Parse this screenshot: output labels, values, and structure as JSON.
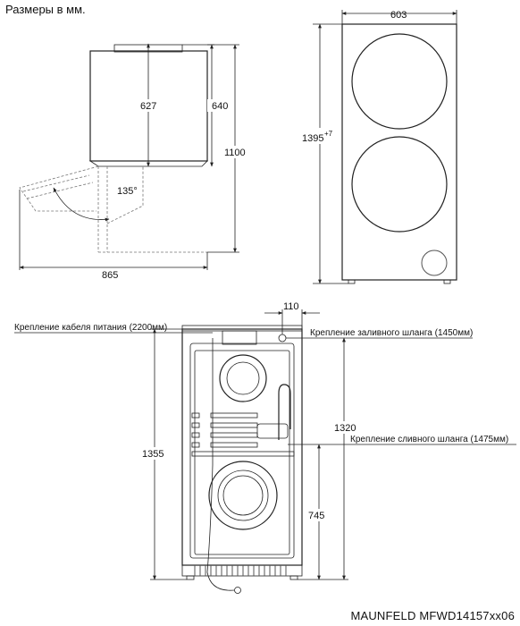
{
  "header": {
    "title": "Размеры в мм."
  },
  "side_view": {
    "dim_depth_total": "865",
    "dim_height_body": "627",
    "dim_height_top": "640",
    "dim_height_total": "1100",
    "dim_door_angle": "135°"
  },
  "front_view": {
    "dim_width": "603",
    "dim_height": "1395",
    "dim_height_tolerance": "+7"
  },
  "rear_view": {
    "dim_inlet_offset": "110",
    "dim_height_total": "1355",
    "dim_inlet_height": "1320",
    "dim_drain_height": "745",
    "label_power_cable": "Крепление кабеля питания (2200мм)",
    "label_inlet_hose": "Крепление заливного шланга (1450мм)",
    "label_drain_hose": "Крепление сливного шланга (1475мм)"
  },
  "footer": {
    "model": "MAUNFELD MFWD14157xx06"
  }
}
